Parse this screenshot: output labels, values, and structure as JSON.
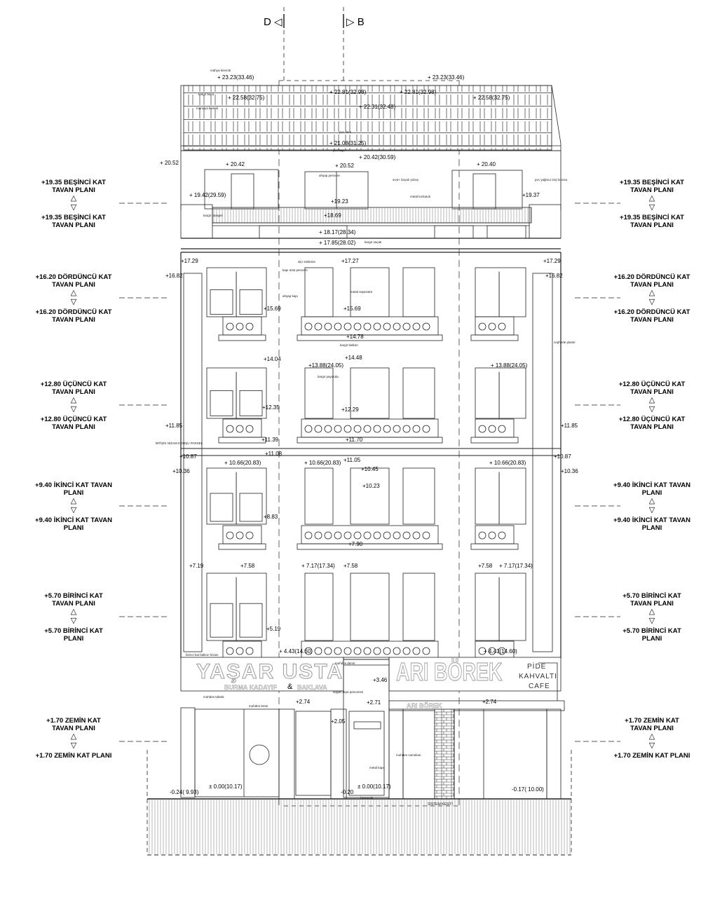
{
  "section_markers": {
    "left": "D",
    "right": "B"
  },
  "levels": [
    {
      "upper": "+19.35 BEŞİNCİ KAT TAVAN PLANI",
      "lower": "+19.35 BEŞİNCİ KAT TAVAN PLANI"
    },
    {
      "upper": "+16.20 DÖRDÜNCÜ KAT TAVAN PLANI",
      "lower": "+16.20 DÖRDÜNCÜ KAT TAVAN PLANI"
    },
    {
      "upper": "+12.80 ÜÇÜNCÜ KAT TAVAN PLANI",
      "lower": "+12.80 ÜÇÜNCÜ KAT TAVAN PLANI"
    },
    {
      "upper": "+9.40 İKİNCİ KAT TAVAN PLANI",
      "lower": "+9.40 İKİNCİ KAT TAVAN PLANI"
    },
    {
      "upper": "+5.70 BİRİNCİ KAT TAVAN PLANI",
      "lower": "+5.70 BİRİNCİ KAT PLANI"
    },
    {
      "upper": "+1.70 ZEMİN KAT TAVAN PLANI",
      "lower": "+1.70 ZEMİN KAT PLANI"
    }
  ],
  "elevations": [
    "+ 23.23(33.46)",
    "+ 23.23(33.46)",
    "+ 22.58(32.75)",
    "+ 22.58(32.75)",
    "+ 22.81(32.98)",
    "+ 22.81(32.98)",
    "+ 22.31(32.48)",
    "+ 21.08(31.25)",
    "+ 20.42(30.59)",
    "+ 20.42",
    "+ 20.52",
    "+ 20.40",
    "+ 20.52",
    "+ 19.42(29.59)",
    "+19.23",
    "+19.37",
    "+18.69",
    "+ 18.17(28.34)",
    "+ 17.85(28.02)",
    "+17.29",
    "+17.27",
    "+17.29",
    "+16.82",
    "+16.82",
    "+15.69",
    "+15.69",
    "+14.78",
    "+14.48",
    "+14.04",
    "+13.88(24.05)",
    "+ 13.88(24.05)",
    "+12.35",
    "+12.29",
    "+11.85",
    "+11.85",
    "+11.39",
    "+11.70",
    "+11.08",
    "+11.05",
    "+10.87",
    "+10.87",
    "+ 10.66(20.83)",
    "+ 10.66(20.83)",
    "+ 10.66(20.83)",
    "+10.45",
    "+10.36",
    "+10.36",
    "+10.23",
    "+8.83",
    "+7.90",
    "+7.19",
    "+7.58",
    "+7.58",
    "+7.58",
    "+ 7.17(17.34)",
    "+ 7.17(17.34)",
    "+5.19",
    "+ 4.43(14.60)",
    "+ 4.43(14.60)",
    "+3.46",
    "+2.74",
    "+2.74",
    "+2.71",
    "+2.05",
    "± 0.00(10.17)",
    "± 0.00(10.17)",
    "-0.24( 9.93)",
    "-0.20",
    "-0.17( 10.00)"
  ],
  "notes": [
    "mahya kiremiti",
    "kargir baca",
    "marsilya kiremit",
    "pvc dere",
    "pvc kapı",
    "ahşap pencere",
    "sıva+ boyalı yüzey",
    "metal korkuluk",
    "kargir parapet",
    "pvc yağmur iniş borusu",
    "kargir saçak",
    "alçı süsleme",
    "kapı üstü pencere",
    "ahşap kapı",
    "metal seperatör",
    "kargir balkon",
    "kargir payanda",
    "cephede plastır",
    "BİTİŞİK NİZAM KOMŞU PARSEL",
    "birinci kat balkon hizası",
    "muhdes tabela",
    "muhdes tente",
    "muhdes camekan",
    "muhdes demir",
    "doğan tepe penceresi",
    "metal kapı",
    "basamak"
  ],
  "signs": {
    "left_title": "YAŞAR USTA",
    "left_sub_a": "BURMA KADAYIF",
    "left_amp": "&",
    "left_sub_b": "BAKLAVA",
    "right_title": "ARI BÖREK",
    "menu": [
      "PİDE",
      "KAHVALTI",
      "CAFE"
    ],
    "awning": "ARI BÖREK"
  },
  "footer": {
    "section_label": "SİSTEM KESİTİ"
  }
}
